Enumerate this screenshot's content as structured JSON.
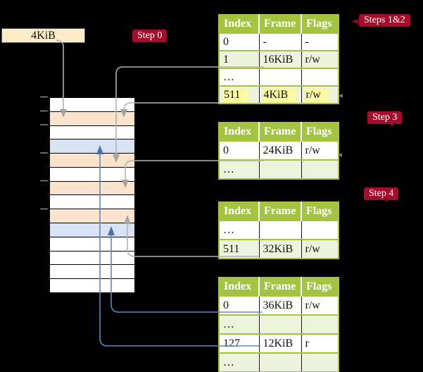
{
  "frame_size_label": "4KiB",
  "badges": {
    "step0": "Step 0",
    "steps12": "Steps 1&2",
    "step3": "Step 3",
    "step4": "Step 4"
  },
  "palette": {
    "badge_red": "#a50d2d",
    "table_border_green": "#a4c441",
    "table_row_tint_green": "#edf2dc",
    "highlight_yellow": "#fdf9a1",
    "frame_orange": "#fce4cc",
    "frame_blue": "#d7e3f4",
    "connector_gray": "#b2b2b2",
    "connector_blue": "#6486ba"
  },
  "memory_strip": {
    "rows": [
      "white",
      "orange",
      "white",
      "blue",
      "orange",
      "white",
      "orange",
      "white",
      "orange",
      "blue",
      "white",
      "white",
      "white",
      "white"
    ]
  },
  "tables": [
    {
      "name": "page-table-steps-1-2",
      "headers": [
        "Index",
        "Frame",
        "Flags"
      ],
      "rows": [
        {
          "index": "0",
          "frame": "-",
          "flags": "-"
        },
        {
          "index": "1",
          "frame": "16KiB",
          "flags": "r/w"
        },
        {
          "index": "…",
          "frame": "",
          "flags": ""
        },
        {
          "index": "511",
          "frame": "4KiB",
          "flags": "r/w"
        }
      ]
    },
    {
      "name": "page-table-step-3",
      "headers": [
        "Index",
        "Frame",
        "Flags"
      ],
      "rows": [
        {
          "index": "0",
          "frame": "24KiB",
          "flags": "r/w"
        },
        {
          "index": "…",
          "frame": "",
          "flags": ""
        }
      ]
    },
    {
      "name": "page-table-step-4",
      "headers": [
        "Index",
        "Frame",
        "Flags"
      ],
      "rows": [
        {
          "index": "…",
          "frame": "",
          "flags": ""
        },
        {
          "index": "511",
          "frame": "32KiB",
          "flags": "r/w"
        }
      ]
    },
    {
      "name": "page-table-final",
      "headers": [
        "Index",
        "Frame",
        "Flags"
      ],
      "rows": [
        {
          "index": "0",
          "frame": "36KiB",
          "flags": "r/w"
        },
        {
          "index": "…",
          "frame": "",
          "flags": ""
        },
        {
          "index": "127",
          "frame": "12KiB",
          "flags": "r"
        },
        {
          "index": "…",
          "frame": "",
          "flags": ""
        }
      ]
    }
  ]
}
